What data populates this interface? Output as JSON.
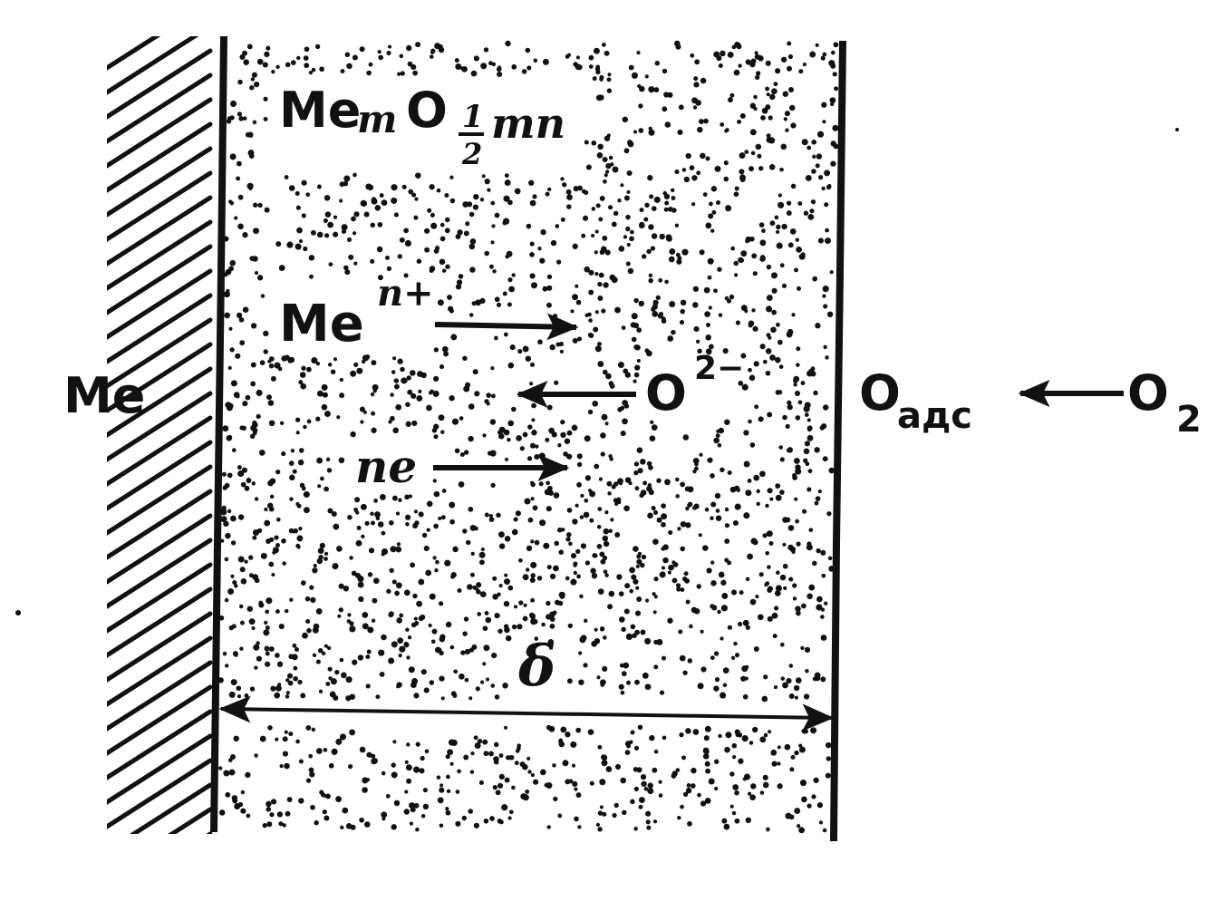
{
  "labels": {
    "metal_left": "Me",
    "oxide_me": "Me",
    "oxide_m": "m",
    "oxide_o": "O",
    "oxide_frac_num": "1",
    "oxide_frac_den": "2",
    "oxide_mn": "mn",
    "cation_base": "Me",
    "cation_sup": "n+",
    "anion_base": "O",
    "anion_sup": "2−",
    "electron": "ne",
    "thickness": "δ",
    "adsorbed_base": "O",
    "adsorbed_sub": "адс",
    "gas_base": "O",
    "gas_sub": "2"
  },
  "colors": {
    "ink": "#111111",
    "background": "#ffffff"
  }
}
